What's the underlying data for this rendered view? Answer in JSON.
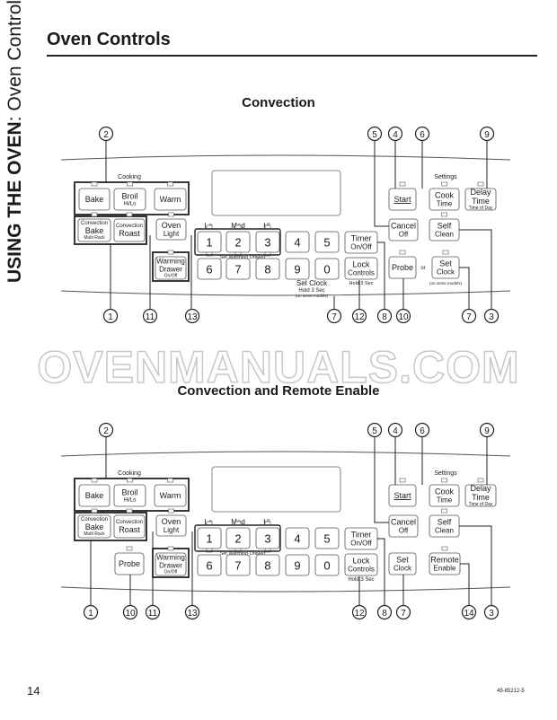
{
  "side_title": {
    "bold": "USING THE OVEN",
    "rest": ": Oven Controls"
  },
  "page_heading": "Oven Controls",
  "watermark": "OVENMANUALS.COM",
  "page_number": "14",
  "doc_code": "49-85212-5",
  "panels": [
    {
      "title": "Convection",
      "cooking_label": "Cooking",
      "settings_label": "Settings",
      "buttons": {
        "bake": "Bake",
        "broil": [
          "Broil",
          "Hi/Lo"
        ],
        "warm": "Warm",
        "conv_bake": [
          "Convection",
          "Bake",
          "Multi Rack"
        ],
        "conv_roast": [
          "Convection",
          "Roast"
        ],
        "oven_light": [
          "Oven",
          "Light"
        ],
        "warming_drawer": [
          "Warming",
          "Drawer",
          "On/Off"
        ],
        "start": "Start",
        "cook_time": [
          "Cook",
          "Time"
        ],
        "delay_time": [
          "Delay",
          "Time",
          "Time of Day"
        ],
        "cancel": [
          "Cancel",
          "Off"
        ],
        "self_clean": [
          "Self",
          "Clean"
        ],
        "timer": [
          "Timer",
          "On/Off"
        ],
        "lock": [
          "Lock",
          "Controls"
        ],
        "probe": "Probe",
        "or": "or",
        "set_clock": [
          "Set",
          "Clock"
        ],
        "set_clock_note": "(on some models)"
      },
      "digits_top": [
        "1",
        "2",
        "3",
        "4",
        "5"
      ],
      "digits_bottom": [
        "6",
        "7",
        "8",
        "9",
        "0"
      ],
      "digit_labels": [
        "Lo",
        "Med",
        "Hi"
      ],
      "set_warming_drawer": "Set Warming Drawer",
      "under_digits": [
        "Set Clock",
        "Hold 3 Sec",
        "(on some models)"
      ],
      "hold_3_sec": "Hold 3 Sec",
      "callouts_top": [
        "2",
        "5",
        "4",
        "6",
        "9"
      ],
      "callouts_bottom": [
        "1",
        "11",
        "13",
        "7",
        "12",
        "8",
        "10",
        "7",
        "3"
      ]
    },
    {
      "title": "Convection and Remote Enable",
      "cooking_label": "Cooking",
      "settings_label": "Settings",
      "buttons": {
        "bake": "Bake",
        "broil": [
          "Broil",
          "Hi/Lo"
        ],
        "warm": "Warm",
        "conv_bake": [
          "Convection",
          "Bake",
          "Multi Rack"
        ],
        "conv_roast": [
          "Convection",
          "Roast"
        ],
        "oven_light": [
          "Oven",
          "Light"
        ],
        "warming_drawer": [
          "Warming",
          "Drawer",
          "On/Off"
        ],
        "probe": "Probe",
        "start": "Start",
        "cook_time": [
          "Cook",
          "Time"
        ],
        "delay_time": [
          "Delay",
          "Time",
          "Time of Day"
        ],
        "cancel": [
          "Cancel",
          "Off"
        ],
        "self_clean": [
          "Self",
          "Clean"
        ],
        "timer": [
          "Timer",
          "On/Off"
        ],
        "lock": [
          "Lock",
          "Controls"
        ],
        "set_clock": [
          "Set",
          "Clock"
        ],
        "remote_enable": [
          "Remote",
          "Enable"
        ]
      },
      "digits_top": [
        "1",
        "2",
        "3",
        "4",
        "5"
      ],
      "digits_bottom": [
        "6",
        "7",
        "8",
        "9",
        "0"
      ],
      "digit_labels": [
        "Lo",
        "Med",
        "Hi"
      ],
      "set_warming_drawer": "Set Warming Drawer",
      "hold_3_sec": "Hold 3 Sec",
      "callouts_top": [
        "2",
        "5",
        "4",
        "6",
        "9"
      ],
      "callouts_bottom": [
        "1",
        "10",
        "11",
        "13",
        "12",
        "8",
        "7",
        "14",
        "3"
      ]
    }
  ]
}
